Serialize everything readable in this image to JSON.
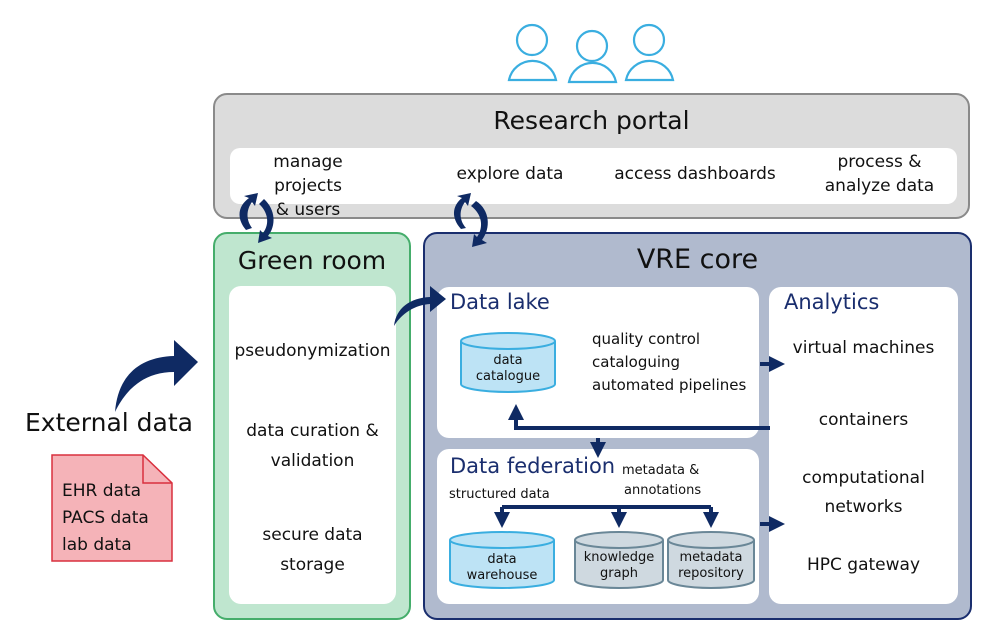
{
  "users_icons": [
    "user-icon",
    "user-icon",
    "user-icon"
  ],
  "research_portal": {
    "title": "Research portal",
    "items": [
      {
        "line1": "manage projects",
        "line2": "& users"
      },
      {
        "line1": "explore data",
        "line2": ""
      },
      {
        "line1": "access dashboards",
        "line2": ""
      },
      {
        "line1": "process &",
        "line2": "analyze data"
      }
    ]
  },
  "external": {
    "title": "External data",
    "items": [
      "EHR data",
      "PACS data",
      "lab data"
    ]
  },
  "green_room": {
    "title": "Green room",
    "items": [
      {
        "line1": "pseudonymization",
        "line2": ""
      },
      {
        "line1": "data curation &",
        "line2": "validation"
      },
      {
        "line1": "secure data",
        "line2": "storage"
      }
    ]
  },
  "vre_core": {
    "title": "VRE core",
    "data_lake": {
      "title": "Data lake",
      "catalogue": {
        "line1": "data",
        "line2": "catalogue"
      },
      "functions": [
        "quality control",
        "cataloguing",
        "automated pipelines"
      ]
    },
    "data_federation": {
      "title": "Data federation",
      "label_structured": "structured data",
      "label_meta_1": "metadata &",
      "label_meta_2": "annotations",
      "stores": [
        {
          "line1": "data",
          "line2": "warehouse"
        },
        {
          "line1": "knowledge",
          "line2": "graph"
        },
        {
          "line1": "metadata",
          "line2": "repository"
        }
      ]
    },
    "analytics": {
      "title": "Analytics",
      "items": [
        {
          "line1": "virtual machines",
          "line2": ""
        },
        {
          "line1": "containers",
          "line2": ""
        },
        {
          "line1": "computational",
          "line2": "networks"
        },
        {
          "line1": "HPC gateway",
          "line2": ""
        }
      ]
    }
  },
  "colors": {
    "navy": "#0f2a63",
    "portal_bg": "#dcdcdc",
    "green_bg": "#bfe6cf",
    "green_border": "#45ad6b",
    "vre_bg": "#b0bace",
    "cyl_blue": "#bde3f5",
    "cyl_gray": "#cfd9e0",
    "doc_red": "#f5b3b8",
    "user_blue": "#3aaee0"
  }
}
